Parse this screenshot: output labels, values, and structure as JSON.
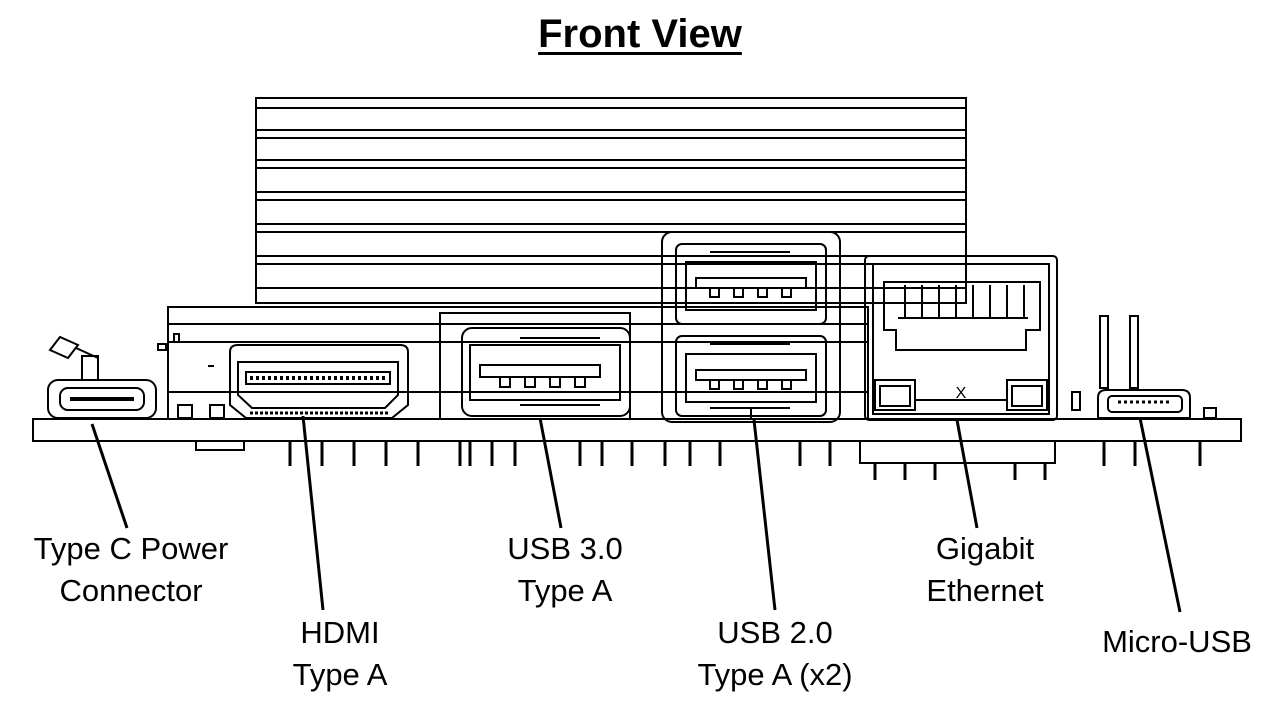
{
  "title": "Front View",
  "ethernet_mark": "X",
  "labels": {
    "usbc": [
      "Type C Power",
      "Connector"
    ],
    "hdmi": [
      "HDMI",
      "Type A"
    ],
    "usb3": [
      "USB 3.0",
      "Type A"
    ],
    "usb2": [
      "USB 2.0",
      "Type A (x2)"
    ],
    "ethernet": [
      "Gigabit",
      "Ethernet"
    ],
    "microusb": [
      "Micro-USB"
    ]
  },
  "colors": {
    "line": "#000000",
    "background": "#ffffff"
  }
}
